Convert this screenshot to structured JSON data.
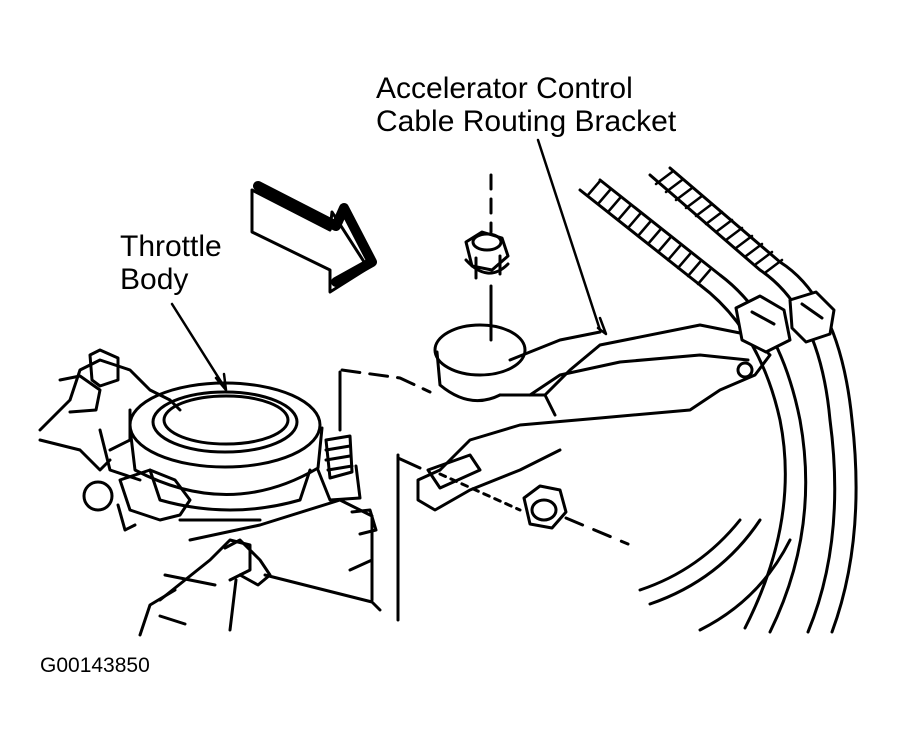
{
  "labels": {
    "accelerator_line1": "Accelerator Control",
    "accelerator_line2": "Cable Routing Bracket",
    "throttle_line1": "Throttle",
    "throttle_line2": "Body"
  },
  "figure_id": "G00143850",
  "colors": {
    "ink": "#000000",
    "paper": "#ffffff",
    "shade": "#bdbdbd"
  }
}
